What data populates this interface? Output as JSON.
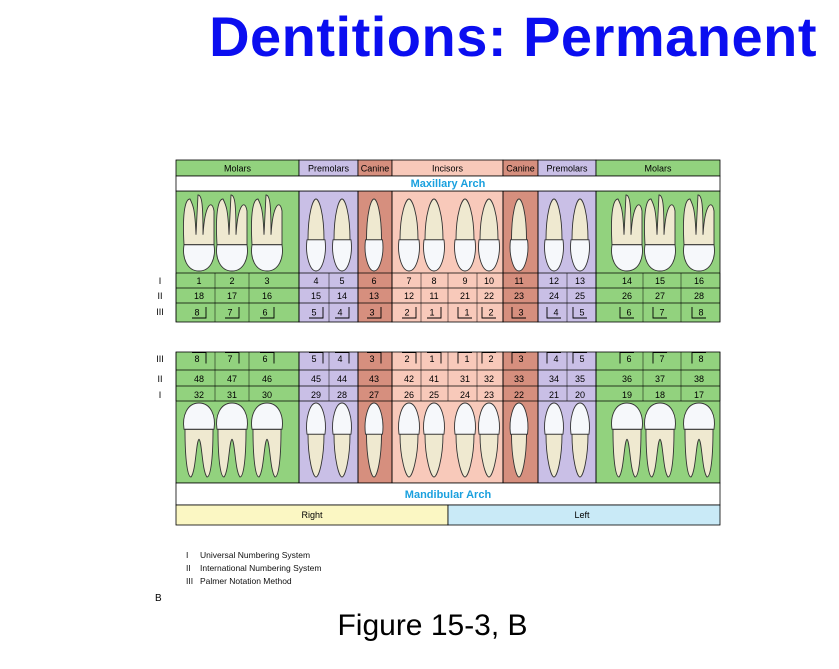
{
  "title": "Dentitions: Permanent",
  "caption": "Figure 15-3, B",
  "panel_label": "B",
  "colors": {
    "molar": "#92d27e",
    "premolar": "#c9bfe6",
    "canine": "#d68f7e",
    "incisor": "#f8c9ba",
    "right": "#fbf7c3",
    "left": "#c9eaf7",
    "arch_label": "#1aa0de",
    "title": "#0b0ef0"
  },
  "maxillary_arch_label": "Maxillary Arch",
  "mandibular_arch_label": "Mandibular Arch",
  "side_labels": {
    "right": "Right",
    "left": "Left"
  },
  "headers": [
    {
      "label": "Molars",
      "type": "molar"
    },
    {
      "label": "Premolars",
      "type": "premolar"
    },
    {
      "label": "Canine",
      "type": "canine"
    },
    {
      "label": "Incisors",
      "type": "incisor"
    },
    {
      "label": "Canine",
      "type": "canine"
    },
    {
      "label": "Premolars",
      "type": "premolar"
    },
    {
      "label": "Molars",
      "type": "molar"
    }
  ],
  "row_labels": {
    "universal": "I",
    "international": "II",
    "palmer": "III"
  },
  "upper": {
    "universal": [
      "1",
      "2",
      "3",
      "4",
      "5",
      "6",
      "7",
      "8",
      "9",
      "10",
      "11",
      "12",
      "13",
      "14",
      "15",
      "16"
    ],
    "international": [
      "18",
      "17",
      "16",
      "15",
      "14",
      "13",
      "12",
      "11",
      "21",
      "22",
      "23",
      "24",
      "25",
      "26",
      "27",
      "28"
    ],
    "palmer": [
      "8",
      "7",
      "6",
      "5",
      "4",
      "3",
      "2",
      "1",
      "1",
      "2",
      "3",
      "4",
      "5",
      "6",
      "7",
      "8"
    ]
  },
  "lower": {
    "palmer": [
      "8",
      "7",
      "6",
      "5",
      "4",
      "3",
      "2",
      "1",
      "1",
      "2",
      "3",
      "4",
      "5",
      "6",
      "7",
      "8"
    ],
    "international": [
      "48",
      "47",
      "46",
      "45",
      "44",
      "43",
      "42",
      "41",
      "31",
      "32",
      "33",
      "34",
      "35",
      "36",
      "37",
      "38"
    ],
    "universal": [
      "32",
      "31",
      "30",
      "29",
      "28",
      "27",
      "26",
      "25",
      "24",
      "23",
      "22",
      "21",
      "20",
      "19",
      "18",
      "17"
    ]
  },
  "legend": [
    {
      "num": "I",
      "text": "Universal Numbering System"
    },
    {
      "num": "II",
      "text": "International Numbering System"
    },
    {
      "num": "III",
      "text": "Palmer Notation Method"
    }
  ]
}
